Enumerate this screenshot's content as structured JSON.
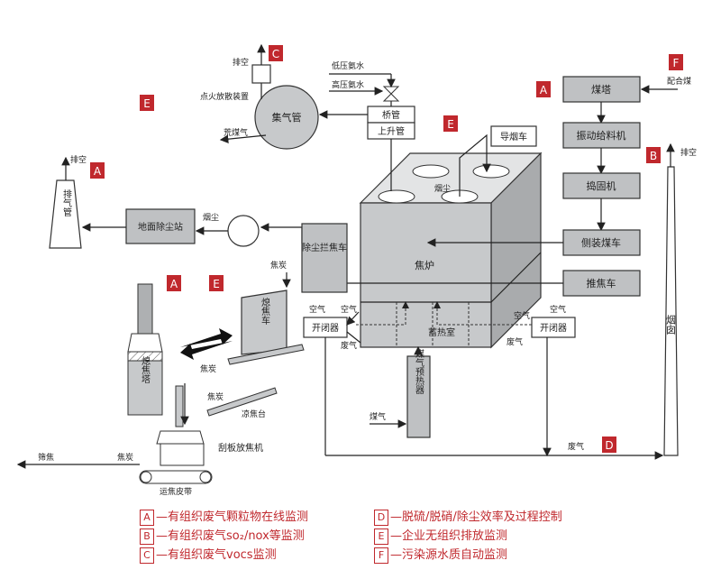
{
  "labels": {
    "coal_tower": "煤塔",
    "vibrating_feeder": "振动给料机",
    "tamping_machine": "捣固机",
    "side_charging_car": "侧装煤车",
    "pusher_car": "推焦车",
    "smoke_guide_car": "导烟车",
    "blended_coal": "配合煤",
    "chimney": "烟囱",
    "vent_top": "排空",
    "vent_left": "排空",
    "vent_chimney": "排空",
    "exhaust_pipe": "排气管",
    "ground_dust_station": "地面除尘站",
    "smoke_dust_1": "烟尘",
    "smoke_dust_2": "烟尘",
    "coke_guide_car": "除尘拦焦车",
    "coke_oven": "焦炉",
    "regenerator": "蓄热室",
    "switcher_left": "开闭器",
    "switcher_right": "开闭器",
    "air_1": "空气",
    "air_2": "空气",
    "air_3": "空气",
    "air_4": "空气",
    "waste_gas_1": "废气",
    "waste_gas_2": "废气",
    "waste_gas_3": "废气",
    "gas_preheater": "煤气预热器",
    "gas_in": "煤气",
    "collector_main": "集气管",
    "bridge_pipe": "桥管",
    "riser_pipe": "上升管",
    "low_pressure_ammonia": "低压氨水",
    "high_pressure_ammonia": "高压氨水",
    "ignition_device": "点火放散装置",
    "raw_gas": "荒煤气",
    "quench_car": "熄焦车",
    "coke_1": "焦炭",
    "coke_2": "焦炭",
    "coke_3": "焦炭",
    "coke_4": "焦炭",
    "quench_tower": "熄焦塔",
    "coke_platform": "凉焦台",
    "scraper_machine": "刮板放焦机",
    "screened_coke": "筛焦",
    "coke_belt": "运焦皮带"
  },
  "markers": {
    "C_top": "C",
    "E_top": "E",
    "A_left": "A",
    "A_right": "A",
    "F_right": "F",
    "B_right": "B",
    "E_oven": "E",
    "A_quench": "A",
    "E_quench": "E",
    "D_bottom": "D"
  },
  "legend": [
    {
      "key": "A",
      "text": "—有组织废气颗粒物在线监测"
    },
    {
      "key": "B",
      "text": "—有组织废气so₂/nox等监测"
    },
    {
      "key": "C",
      "text": "—有组织废气vocs监测"
    },
    {
      "key": "D",
      "text": "—脱硫/脱硝/除尘效率及过程控制"
    },
    {
      "key": "E",
      "text": "—企业无组织排放监测"
    },
    {
      "key": "F",
      "text": "—污染源水质自动监测"
    }
  ],
  "colors": {
    "marker": "#c0282d",
    "equipment_gray": "#bfc1c3"
  }
}
